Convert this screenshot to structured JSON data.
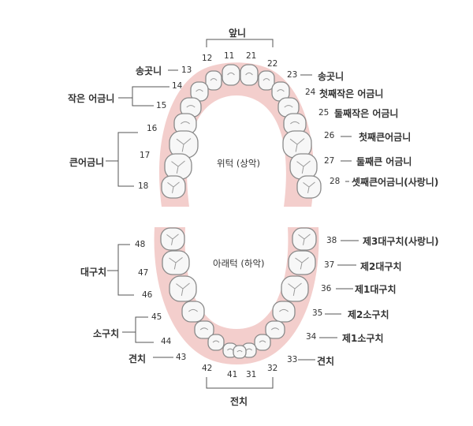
{
  "top": {
    "label": "앞니",
    "numbers": [
      "12",
      "11",
      "21",
      "22"
    ]
  },
  "bottom": {
    "label": "전치",
    "numbers": [
      "42",
      "41",
      "31",
      "32"
    ]
  },
  "upper_center": "위턱 (상악)",
  "lower_center": "아래턱 (하악)",
  "upper_left": {
    "canine": {
      "label": "송곳니",
      "number": "13"
    },
    "premolar": {
      "label": "작은 어금니",
      "numbers": [
        "14",
        "15"
      ]
    },
    "molar": {
      "label": "큰어금니",
      "numbers": [
        "16",
        "17",
        "18"
      ]
    }
  },
  "upper_right": [
    {
      "number": "23",
      "label": "송곳니"
    },
    {
      "number": "24",
      "label": "첫째작은 어금니"
    },
    {
      "number": "25",
      "label": "둘째작은 어금니"
    },
    {
      "number": "26",
      "label": "첫째큰어금니"
    },
    {
      "number": "27",
      "label": "둘째큰 어금니"
    },
    {
      "number": "28",
      "label": "셋째큰어금니(사랑니)"
    }
  ],
  "lower_left": {
    "molar": {
      "label": "대구치",
      "numbers": [
        "48",
        "47",
        "46"
      ]
    },
    "premolar": {
      "label": "소구치",
      "numbers": [
        "45",
        "44"
      ]
    },
    "canine": {
      "label": "견치",
      "number": "43"
    }
  },
  "lower_right": [
    {
      "number": "38",
      "label": "제3대구치(사랑니)"
    },
    {
      "number": "37",
      "label": "제2대구치"
    },
    {
      "number": "36",
      "label": "제1대구치"
    },
    {
      "number": "35",
      "label": "제2소구치"
    },
    {
      "number": "34",
      "label": "제1소구치"
    },
    {
      "number": "33",
      "label": "견치"
    }
  ],
  "colors": {
    "gum": "#f0c5c3",
    "tooth_fill": "#f7f7f7",
    "tooth_stroke": "#8a8a8a",
    "line": "#555555"
  }
}
